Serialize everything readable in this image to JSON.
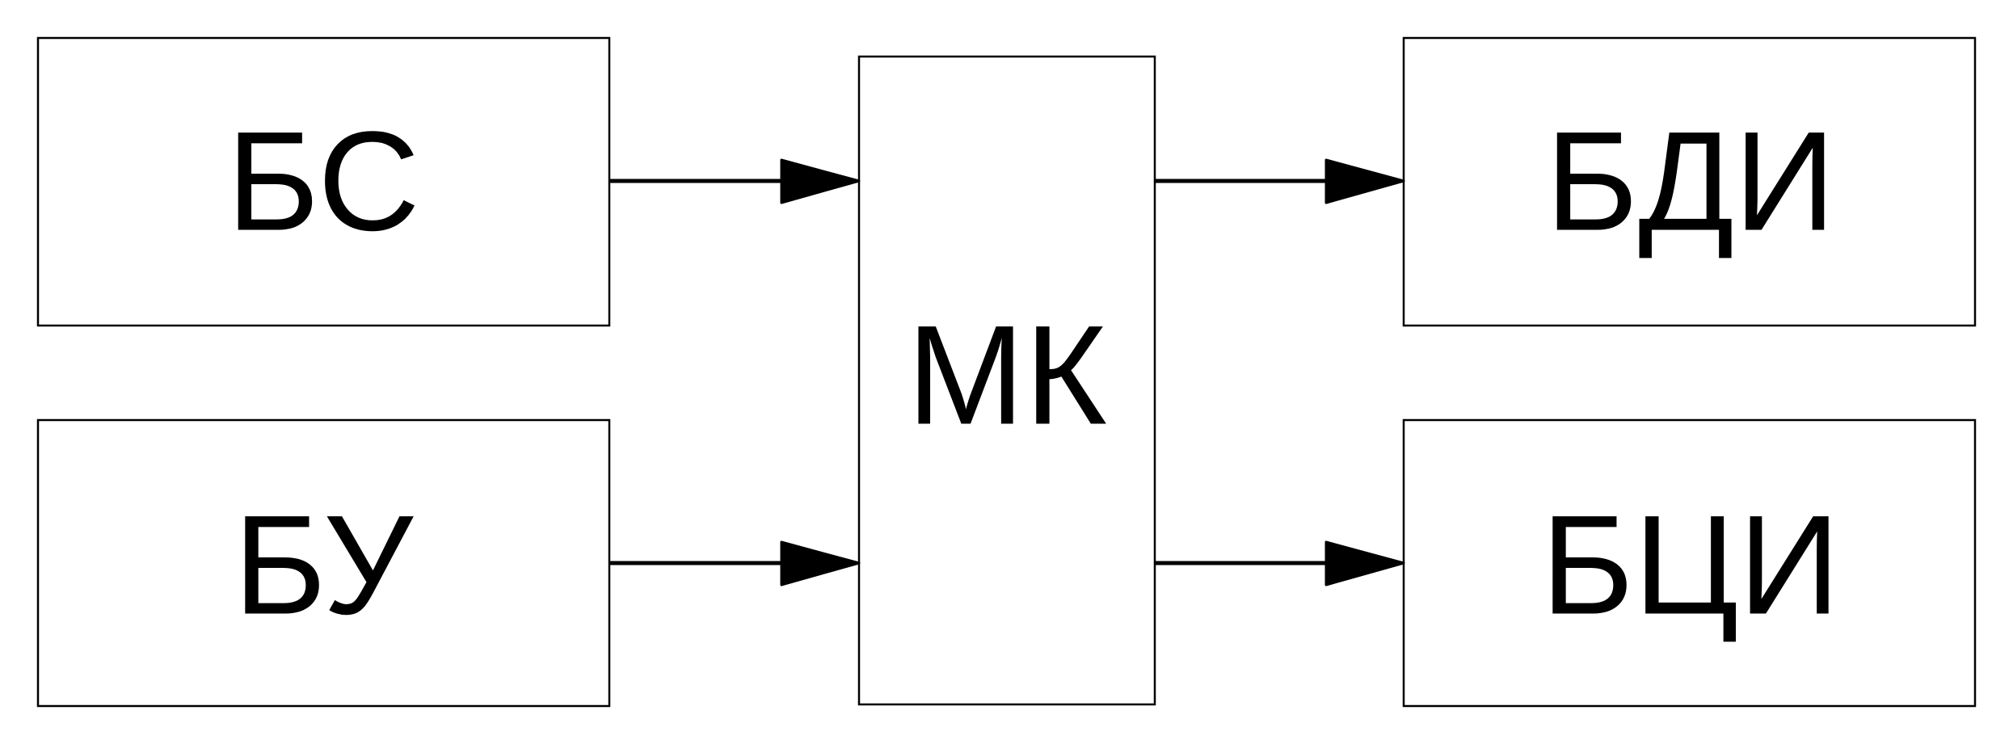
{
  "blocks": {
    "bs": "БС",
    "bu": "БУ",
    "mk": "МК",
    "bdi": "БДИ",
    "bci": "БЦИ"
  },
  "connections": [
    {
      "from": "bs",
      "to": "mk"
    },
    {
      "from": "bu",
      "to": "mk"
    },
    {
      "from": "mk",
      "to": "bdi"
    },
    {
      "from": "mk",
      "to": "bci"
    }
  ]
}
